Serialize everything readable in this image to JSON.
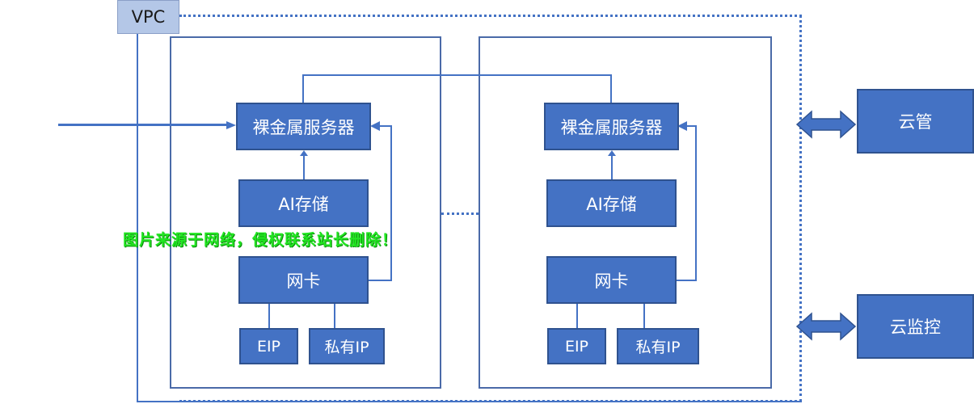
{
  "vpc_label": "VPC",
  "left_node": {
    "server": "裸金属服务器",
    "storage": "AI存储",
    "nic": "网卡",
    "eip": "EIP",
    "private_ip": "私有IP"
  },
  "right_node": {
    "server": "裸金属服务器",
    "storage": "AI存储",
    "nic": "网卡",
    "eip": "EIP",
    "private_ip": "私有IP"
  },
  "side": {
    "cloud_mgmt": "云管",
    "cloud_monitor": "云监控"
  },
  "watermark": "图片来源于网络，侵权联系站长删除！",
  "colors": {
    "box_fill": "#4472c4",
    "box_border": "#2f528f",
    "vpc_tag_fill": "#b4c7e7",
    "watermark": "#22e622"
  }
}
